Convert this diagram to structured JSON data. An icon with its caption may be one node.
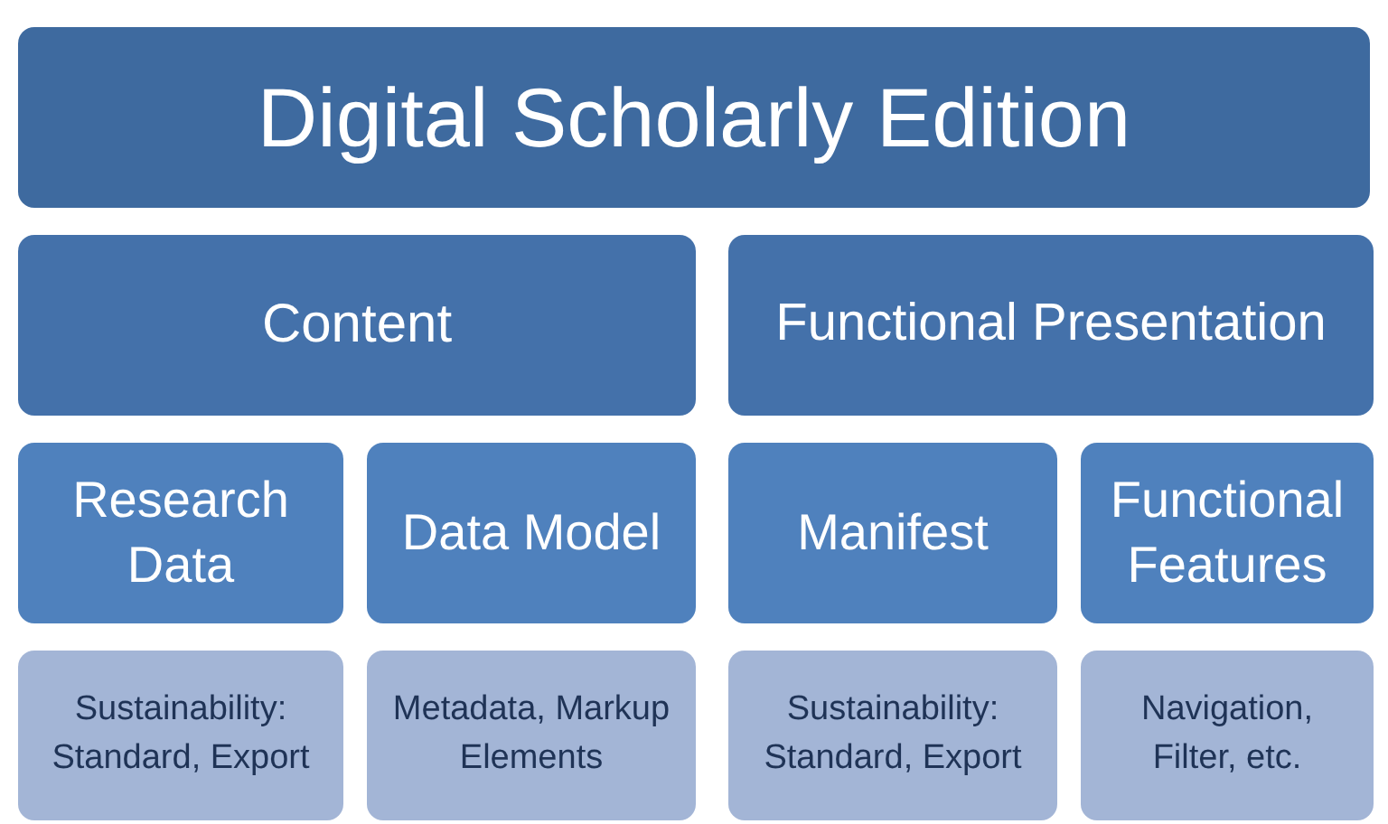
{
  "diagram": {
    "nodes": [
      {
        "text": [
          "Digital Scholarly Edition"
        ]
      },
      {
        "text": [
          "Content"
        ]
      },
      {
        "text": [
          "Functional Presentation"
        ]
      },
      {
        "text": [
          "Research Data"
        ]
      },
      {
        "text": [
          "Data Model"
        ]
      },
      {
        "text": [
          "Manifest"
        ]
      },
      {
        "text": [
          "Functional Features"
        ]
      },
      {
        "text": [
          "Sustainability: Standard, Export"
        ]
      },
      {
        "text": [
          "Metadata, Markup Elements"
        ]
      },
      {
        "text": [
          "Sustainability: Standard, Export"
        ]
      },
      {
        "text": [
          "Navigation, Filter, etc."
        ]
      }
    ],
    "edges": []
  }
}
